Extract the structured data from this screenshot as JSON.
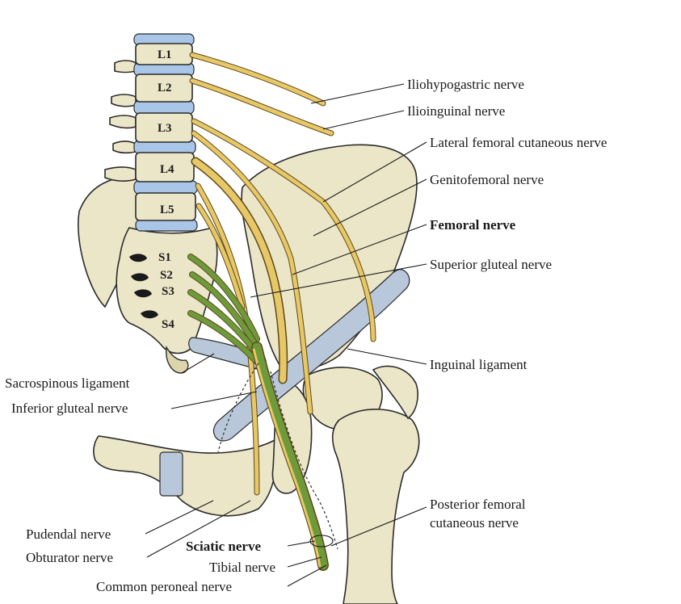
{
  "vertebrae": [
    "L1",
    "L2",
    "L3",
    "L4",
    "L5"
  ],
  "sacral_foramina": [
    "S1",
    "S2",
    "S3",
    "S4"
  ],
  "labels_right": {
    "iliohypogastric": "Iliohypogastric nerve",
    "ilioinguinal": "Ilioinguinal nerve",
    "lateral_femoral_cutaneous": "Lateral femoral cutaneous nerve",
    "genitofemoral": "Genitofemoral nerve",
    "femoral": "Femoral nerve",
    "superior_gluteal": "Superior gluteal nerve",
    "inguinal_ligament": "Inguinal ligament",
    "posterior_femoral_cutaneous_1": "Posterior femoral",
    "posterior_femoral_cutaneous_2": "cutaneous nerve"
  },
  "labels_left": {
    "sacrospinous": "Sacrospinous ligament",
    "inferior_gluteal": "Inferior gluteal nerve",
    "pudendal": "Pudendal nerve",
    "obturator": "Obturator nerve",
    "sciatic": "Sciatic nerve",
    "tibial": "Tibial nerve",
    "common_peroneal": "Common peroneal nerve"
  },
  "colors": {
    "bone": "#ece6c8",
    "disc": "#a9c6e8",
    "lumbar_nerve": "#e8c766",
    "sacral_nerve": "#6f9a3a",
    "ligament": "#b8c7da"
  }
}
